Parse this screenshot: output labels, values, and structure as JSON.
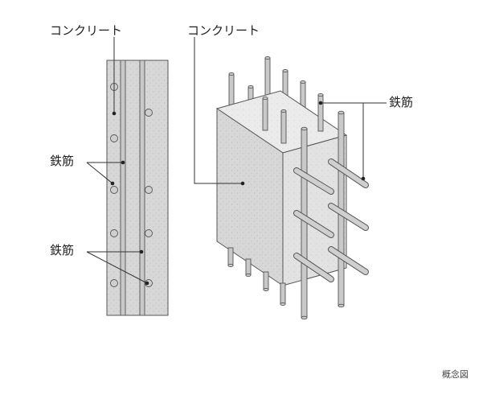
{
  "labels": {
    "left_concrete": "コンクリート",
    "left_rebar_1": "鉄筋",
    "left_rebar_2": "鉄筋",
    "right_concrete": "コンクリート",
    "right_rebar": "鉄筋"
  },
  "caption": "概念図",
  "colors": {
    "concrete": "#d9d9d9",
    "concrete_side": "#cfcfcf",
    "concrete_top": "#ececec",
    "rebar": "#c9c9c9",
    "outline": "#555555",
    "leader": "#333333"
  }
}
